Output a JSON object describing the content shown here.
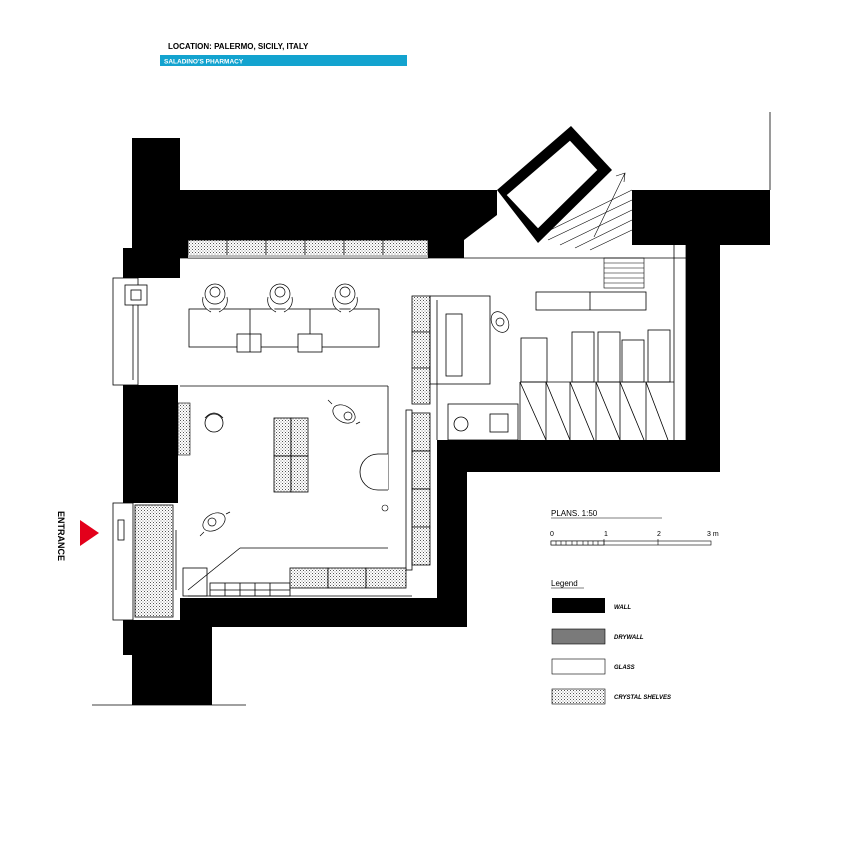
{
  "header": {
    "location": "LOCATION: PALERMO, SICILY, ITALY",
    "project": "SALADINO'S PHARMACY",
    "accent_color": "#13a3cf"
  },
  "plan": {
    "entrance_label": "ENTRANCE",
    "entrance_marker_color": "#e3001b",
    "wall_color": "#000000"
  },
  "scale": {
    "title": "PLANS. 1:50",
    "ticks": [
      "0",
      "1",
      "2",
      "3 m"
    ]
  },
  "legend": {
    "title": "Legend",
    "items": [
      {
        "label": "WALL",
        "swatch": "wall"
      },
      {
        "label": "DRYWALL",
        "swatch": "drywall"
      },
      {
        "label": "GLASS",
        "swatch": "glass"
      },
      {
        "label": "CRYSTAL SHELVES",
        "swatch": "crystal"
      }
    ]
  }
}
